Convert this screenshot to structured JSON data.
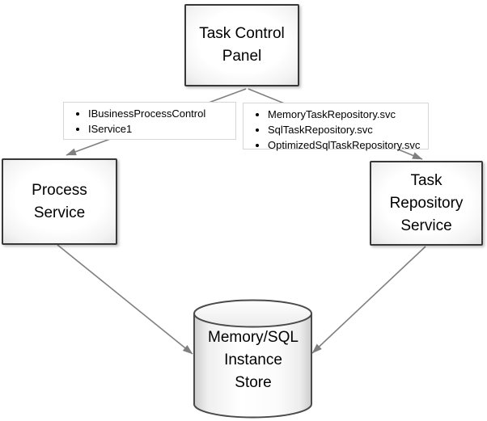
{
  "diagram": {
    "nodes": {
      "task_control_panel": {
        "label": "Task Control Panel",
        "lines": [
          "Task Control",
          "Panel"
        ],
        "shape": "rectangle"
      },
      "process_service": {
        "label": "Process Service",
        "lines": [
          "Process",
          "Service"
        ],
        "shape": "rectangle"
      },
      "task_repository_service": {
        "label": "Task Repository Service",
        "lines": [
          "Task",
          "Repository",
          "Service"
        ],
        "shape": "rectangle"
      },
      "instance_store": {
        "label": "Memory/SQL Instance Store",
        "lines": [
          "Memory/SQL",
          "Instance",
          "Store"
        ],
        "shape": "cylinder"
      }
    },
    "annotations": {
      "control_interfaces": {
        "items": [
          "IBusinessProcessControl",
          "IService1"
        ]
      },
      "repository_endpoints": {
        "items": [
          "MemoryTaskRepository.svc",
          "SqlTaskRepository.svc",
          "OptimizedSqlTaskRepository.svc"
        ]
      }
    },
    "connectors": [
      {
        "from": "task_control_panel",
        "to": "process_service"
      },
      {
        "from": "task_control_panel",
        "to": "task_repository_service"
      },
      {
        "from": "process_service",
        "to": "instance_store"
      },
      {
        "from": "task_repository_service",
        "to": "instance_store"
      }
    ],
    "colors": {
      "node_border": "#383838",
      "node_fill_center": "#ffffff",
      "node_fill_edge": "#e2e2e2",
      "connector": "#808080",
      "annotation_border": "#d6d6d6",
      "text": "#000000",
      "background": "#ffffff"
    }
  }
}
